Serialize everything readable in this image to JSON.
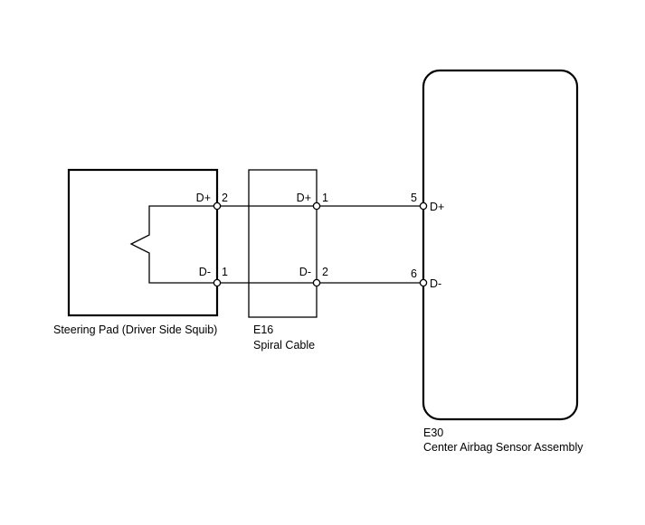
{
  "components": {
    "steering_pad": {
      "name": "Steering Pad (Driver Side Squib)",
      "pins": {
        "dplus": {
          "label": "D+",
          "num": "2"
        },
        "dminus": {
          "label": "D-",
          "num": "1"
        }
      }
    },
    "spiral_cable": {
      "code": "E16",
      "name": "Spiral Cable",
      "pins": {
        "dplus": {
          "label": "D+",
          "num": "1"
        },
        "dminus": {
          "label": "D-",
          "num": "2"
        }
      }
    },
    "airbag_sensor": {
      "code": "E30",
      "name": "Center Airbag Sensor Assembly",
      "pins": {
        "dplus": {
          "label": "D+",
          "num": "5"
        },
        "dminus": {
          "label": "D-",
          "num": "6"
        }
      }
    }
  }
}
